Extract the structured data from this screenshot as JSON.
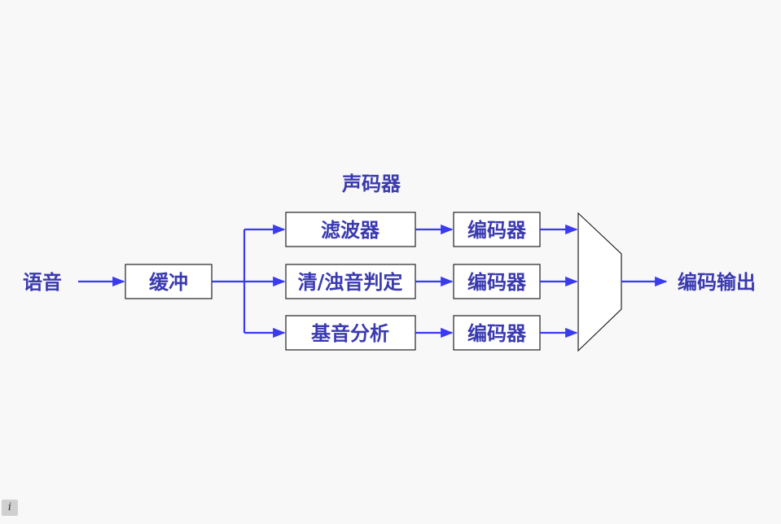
{
  "diagram": {
    "input_label": "语音",
    "buffer_label": "缓冲",
    "group_label": "声码器",
    "analysis_blocks": [
      "滤波器",
      "清/浊音判定",
      "基音分析"
    ],
    "encoder_label": "编码器",
    "output_label": "编码输出",
    "colors": {
      "text": "#3a3ab0",
      "wire": "#3a3af0",
      "box_stroke": "#222222",
      "background": "#f8f8f8"
    }
  },
  "info_button": {
    "label": "i"
  }
}
